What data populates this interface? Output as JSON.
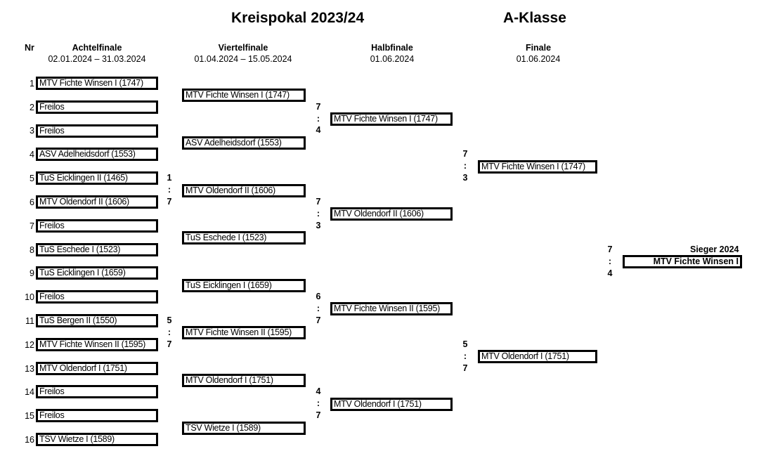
{
  "title": "Kreispokal 2023/24",
  "class_name": "A-Klasse",
  "nr_label": "Nr",
  "rounds": [
    {
      "name": "Achtelfinale",
      "dates": "02.01.2024 – 31.03.2024"
    },
    {
      "name": "Viertelfinale",
      "dates": "01.04.2024 – 15.05.2024"
    },
    {
      "name": "Halbfinale",
      "dates": "01.06.2024"
    },
    {
      "name": "Finale",
      "dates": "01.06.2024"
    }
  ],
  "round_of_16": [
    {
      "nr": "1",
      "team": "MTV Fichte Winsen I (1747)"
    },
    {
      "nr": "2",
      "team": "Freilos"
    },
    {
      "nr": "3",
      "team": "Freilos"
    },
    {
      "nr": "4",
      "team": "ASV Adelheidsdorf (1553)"
    },
    {
      "nr": "5",
      "team": "TuS Eicklingen II (1465)"
    },
    {
      "nr": "6",
      "team": "MTV  Oldendorf II (1606)"
    },
    {
      "nr": "7",
      "team": "Freilos"
    },
    {
      "nr": "8",
      "team": "TuS Eschede I (1523)"
    },
    {
      "nr": "9",
      "team": "TuS Eicklingen I (1659)"
    },
    {
      "nr": "10",
      "team": "Freilos"
    },
    {
      "nr": "11",
      "team": "TuS Bergen II (1550)"
    },
    {
      "nr": "12",
      "team": "MTV Fichte Winsen II (1595)"
    },
    {
      "nr": "13",
      "team": "MTV  Oldendorf I (1751)"
    },
    {
      "nr": "14",
      "team": "Freilos"
    },
    {
      "nr": "15",
      "team": "Freilos"
    },
    {
      "nr": "16",
      "team": "TSV Wietze I (1589)"
    }
  ],
  "round_of_16_scores": [
    {
      "a": "1",
      "sep": ":",
      "b": "7"
    },
    {
      "a": "5",
      "sep": ":",
      "b": "7"
    }
  ],
  "quarterfinal": [
    "MTV Fichte Winsen I (1747)",
    "ASV Adelheidsdorf (1553)",
    "MTV  Oldendorf II (1606)",
    "TuS Eschede I (1523)",
    "TuS Eicklingen I (1659)",
    "MTV Fichte Winsen II (1595)",
    "MTV  Oldendorf I (1751)",
    "TSV Wietze I (1589)"
  ],
  "quarterfinal_scores": [
    {
      "a": "7",
      "sep": ":",
      "b": "4"
    },
    {
      "a": "7",
      "sep": ":",
      "b": "3"
    },
    {
      "a": "6",
      "sep": ":",
      "b": "7"
    },
    {
      "a": "4",
      "sep": ":",
      "b": "7"
    }
  ],
  "semifinal": [
    "MTV Fichte Winsen I (1747)",
    "MTV  Oldendorf II (1606)",
    "MTV Fichte Winsen II (1595)",
    "MTV  Oldendorf I (1751)"
  ],
  "semifinal_scores": [
    {
      "a": "7",
      "sep": ":",
      "b": "3"
    },
    {
      "a": "5",
      "sep": ":",
      "b": "7"
    }
  ],
  "final": [
    "MTV Fichte Winsen I (1747)",
    "MTV  Oldendorf I (1751)"
  ],
  "final_score": {
    "a": "7",
    "sep": ":",
    "b": "4"
  },
  "winner_label": "Sieger 2024",
  "winner": "MTV Fichte Winsen I"
}
